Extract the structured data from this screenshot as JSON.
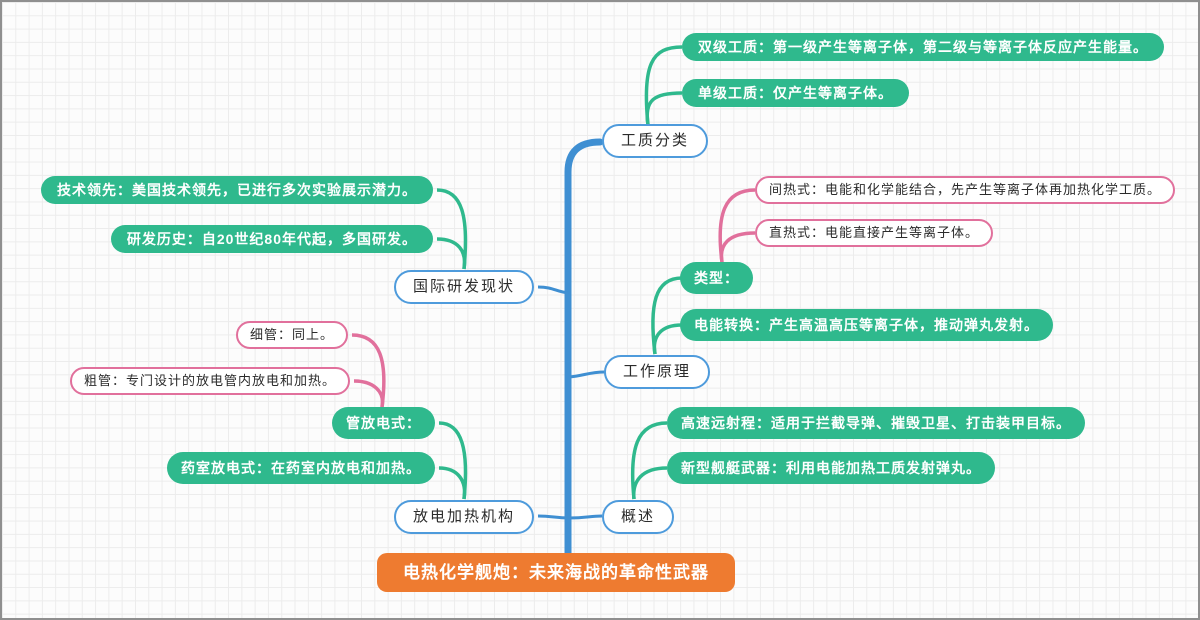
{
  "map": {
    "root": {
      "label": "电热化学舰炮：未来海战的革命性武器"
    },
    "branches": [
      {
        "label": "工质分类",
        "children": [
          {
            "label": "双级工质：第一级产生等离子体，第二级与等离子体反应产生能量。"
          },
          {
            "label": "单级工质：仅产生等离子体。"
          }
        ]
      },
      {
        "label": "国际研发现状",
        "children": [
          {
            "label": "技术领先：美国技术领先，已进行多次实验展示潜力。"
          },
          {
            "label": "研发历史：自20世纪80年代起，多国研发。"
          }
        ]
      },
      {
        "label": "工作原理",
        "children": [
          {
            "label": "类型：",
            "children": [
              {
                "label": "间热式：电能和化学能结合，先产生等离子体再加热化学工质。"
              },
              {
                "label": "直热式：电能直接产生等离子体。"
              }
            ]
          },
          {
            "label": "电能转换：产生高温高压等离子体，推动弹丸发射。"
          }
        ]
      },
      {
        "label": "放电加热机构",
        "children": [
          {
            "label": "管放电式：",
            "children": [
              {
                "label": "细管：同上。"
              },
              {
                "label": "粗管：专门设计的放电管内放电和加热。"
              }
            ]
          },
          {
            "label": "药室放电式：在药室内放电和加热。"
          }
        ]
      },
      {
        "label": "概述",
        "children": [
          {
            "label": "高速远射程：适用于拦截导弹、摧毁卫星、打击装甲目标。"
          },
          {
            "label": "新型舰艇武器：利用电能加热工质发射弹丸。"
          }
        ]
      }
    ],
    "colors": {
      "trunk_blue": "#3F8FD2",
      "topic_border_blue": "#4E9BDC",
      "teal": "#2FB98D",
      "pink": "#E1709C",
      "root_orange": "#EE7B30",
      "grid_line": "#ECECEC",
      "canvas_border": "#8F8F8F"
    }
  }
}
